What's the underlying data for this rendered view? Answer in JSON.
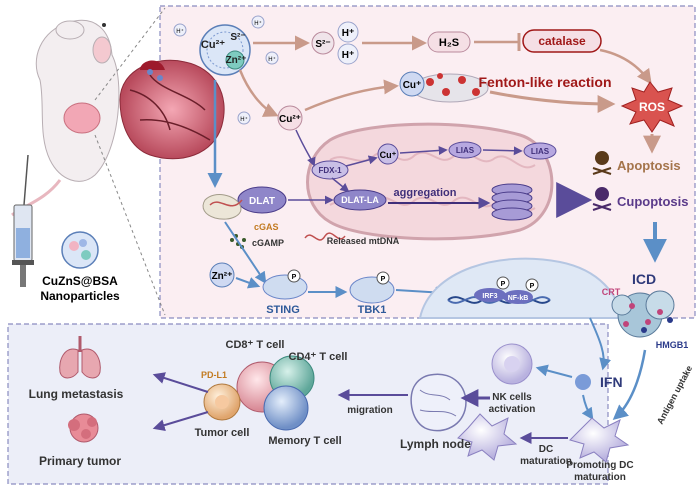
{
  "ions": {
    "cu2": "Cu²⁺",
    "s2": "S²⁻",
    "zn2": "Zn²⁺",
    "hplus": "H⁺",
    "cuplus": "Cu⁺"
  },
  "labels": {
    "h2s": "H₂S",
    "catalase": "catalase",
    "fenton": "Fenton-like reaction",
    "ros": "ROS",
    "apoptosis": "Apoptosis",
    "cuproptosis": "Cupoptosis",
    "fdx1": "FDX-1",
    "lias": "LIAS",
    "dlat": "DLAT",
    "dlat_la": "DLAT-LA",
    "aggregation": "aggregation",
    "cgas": "cGAS",
    "cgamp": "cGAMP",
    "released_mtdna": "Released mtDNA",
    "sting": "STING",
    "tbk1": "TBK1",
    "p": "P",
    "irf3": "IRF3",
    "nfkb": "NF-kB",
    "icd": "ICD",
    "crt": "CRT",
    "hmgb1": "HMGB1",
    "nanoparticles_line1": "CuZnS@BSA",
    "nanoparticles_line2": "Nanoparticles",
    "ifn": "IFN",
    "nk_line1": "NK cells",
    "nk_line2": "activation",
    "antigen_uptake": "Antigen uptake",
    "promoting_dc_line1": "Promoting DC",
    "promoting_dc_line2": "maturation",
    "dc_mat_line1": "DC",
    "dc_mat_line2": "maturation",
    "lymph_node": "Lymph node",
    "migration": "migration",
    "cd8": "CD8⁺ T cell",
    "cd4": "CD4⁺ T cell",
    "memory_t": "Memory T cell",
    "pd_l1": "PD-L1",
    "tumor_cell": "Tumor cell",
    "lung_metastasis": "Lung metastasis",
    "primary_tumor": "Primary tumor"
  },
  "colors": {
    "pink_panel": "#fbeef2",
    "blue_panel": "#eceef8",
    "panel_border": "#8a8cc0",
    "dark_red": "#a01818",
    "brown_arrow": "#c99a8a",
    "blue_arrow": "#5b8fc7",
    "purple_text": "#3f2f7a",
    "ros_fill": "#d9534f"
  }
}
